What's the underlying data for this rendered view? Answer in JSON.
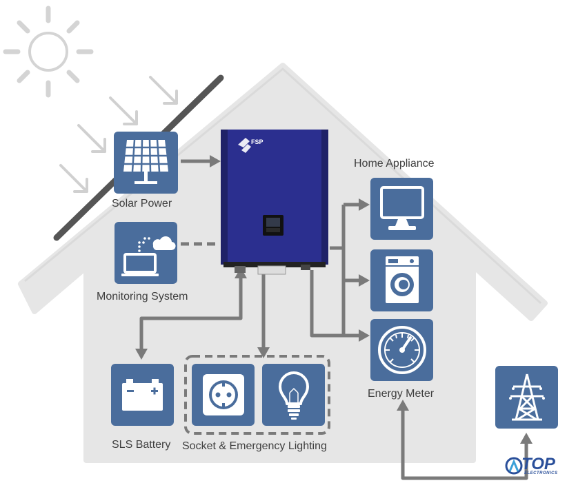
{
  "labels": {
    "solar_power": "Solar Power",
    "monitoring_system": "Monitoring System",
    "home_appliance": "Home Appliance",
    "sls_battery": "SLS Battery",
    "socket_lighting": "Socket & Emergency Lighting",
    "energy_meter": "Energy Meter"
  },
  "inverter": {
    "brand": "FSP"
  },
  "logo": {
    "name": "TOP",
    "subtitle": "ELECTRONICS"
  },
  "colors": {
    "box": "#4a6d9c",
    "house": "#e6e6e6",
    "arrow": "#7a7a7a",
    "inverter": "#2b2f8f",
    "panel_bar": "#555555",
    "sun": "#d4d4d4"
  }
}
